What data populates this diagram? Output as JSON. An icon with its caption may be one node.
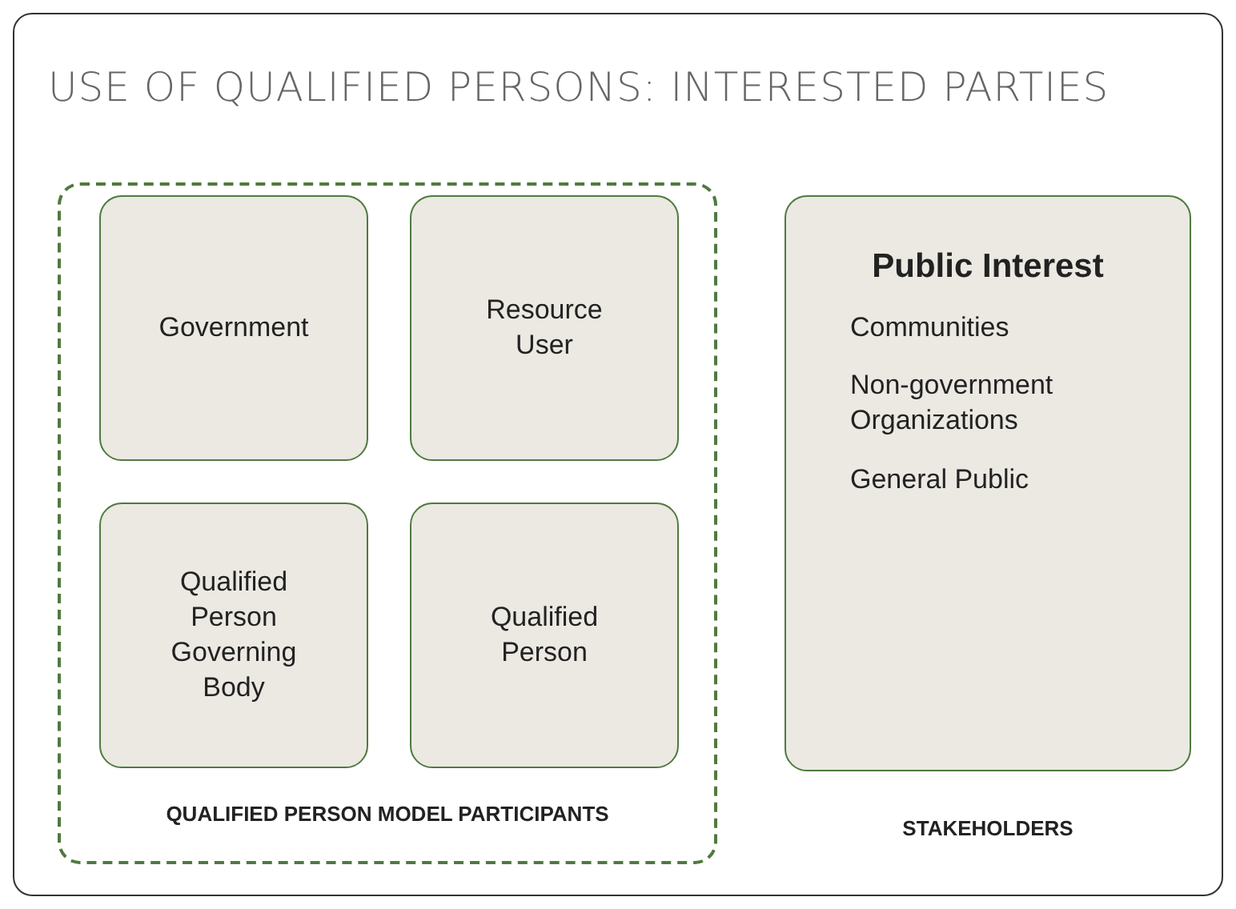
{
  "diagram": {
    "title": "USE OF QUALIFIED PERSONS: INTERESTED PARTIES",
    "nodes": [
      {
        "text": [
          "QUALIFIED PERSON MODEL PARTICIPANTS"
        ]
      },
      {
        "text": [
          "Government"
        ],
        "in": 0
      },
      {
        "text": [
          "Resource User"
        ],
        "in": 0
      },
      {
        "text": [
          "Qualified Person Governing Body"
        ],
        "in": 0
      },
      {
        "text": [
          "Qualified Person"
        ],
        "in": 0
      },
      {
        "text": [
          "Public Interest",
          "Communities",
          "Non-government Organizations",
          "General Public"
        ],
        "beside": [
          "STAKEHOLDERS"
        ]
      }
    ],
    "edges": []
  }
}
